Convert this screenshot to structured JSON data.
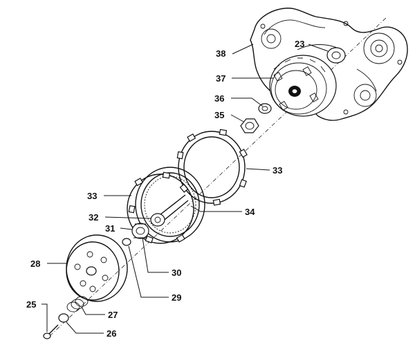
{
  "diagram": {
    "callouts": [
      {
        "id": "c23",
        "label": "23"
      },
      {
        "id": "c38",
        "label": "38"
      },
      {
        "id": "c37",
        "label": "37"
      },
      {
        "id": "c36",
        "label": "36"
      },
      {
        "id": "c35",
        "label": "35"
      },
      {
        "id": "c33a",
        "label": "33"
      },
      {
        "id": "c33b",
        "label": "33"
      },
      {
        "id": "c34",
        "label": "34"
      },
      {
        "id": "c32",
        "label": "32"
      },
      {
        "id": "c31",
        "label": "31"
      },
      {
        "id": "c30",
        "label": "30"
      },
      {
        "id": "c28",
        "label": "28"
      },
      {
        "id": "c29",
        "label": "29"
      },
      {
        "id": "c25",
        "label": "25"
      },
      {
        "id": "c27",
        "label": "27"
      },
      {
        "id": "c26",
        "label": "26"
      }
    ]
  }
}
